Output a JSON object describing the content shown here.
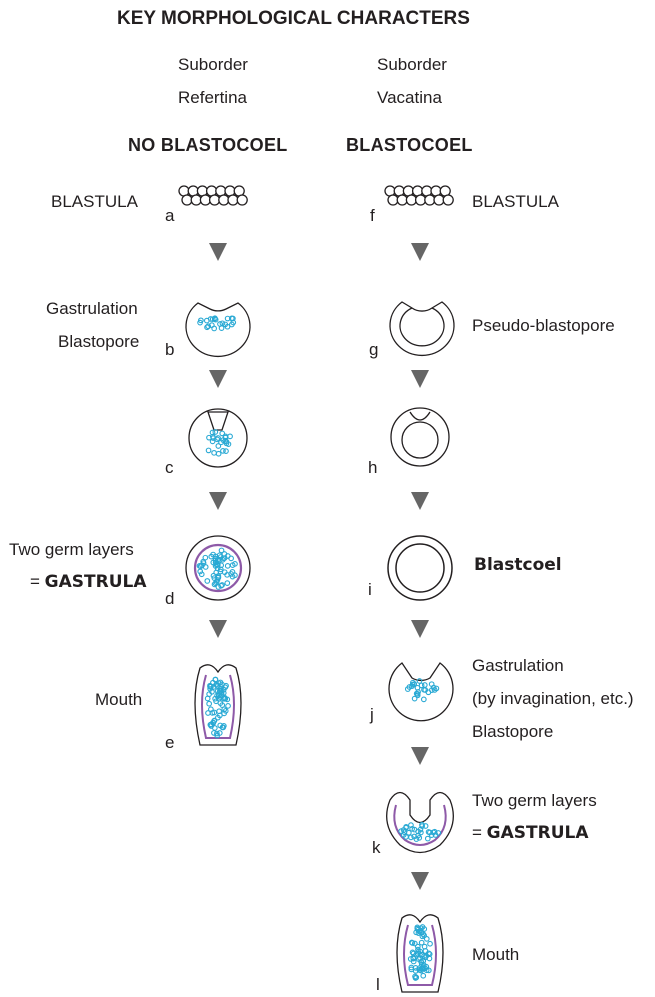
{
  "title": "KEY MORPHOLOGICAL CHARACTERS",
  "colors": {
    "cell_outline": "#231f20",
    "endoderm": "#29a9d4",
    "mesoglea": "#8e5aa8",
    "arrow": "#666666"
  },
  "columns": [
    {
      "suborder_label": "Suborder",
      "suborder_name": "Refertina",
      "header": "NO BLASTOCOEL",
      "stages": [
        {
          "letter": "a",
          "label": "BLASTULA"
        },
        {
          "letter": "b",
          "label": "Gastrulation",
          "label2": "Blastopore"
        },
        {
          "letter": "c"
        },
        {
          "letter": "d",
          "label": "Two germ layers",
          "label_prefix": "= ",
          "label_bold": "GASTRULA"
        },
        {
          "letter": "e",
          "label": "Mouth"
        }
      ]
    },
    {
      "suborder_label": "Suborder",
      "suborder_name": "Vacatina",
      "header": "BLASTOCOEL",
      "stages": [
        {
          "letter": "f",
          "label": "BLASTULA"
        },
        {
          "letter": "g",
          "label": "Pseudo-blastopore"
        },
        {
          "letter": "h"
        },
        {
          "letter": "i",
          "label_bold": "Blastcoel"
        },
        {
          "letter": "j",
          "label": "Gastrulation",
          "label2": "(by invagination, etc.)",
          "label3": "Blastopore"
        },
        {
          "letter": "k",
          "label": "Two germ layers",
          "label_prefix": "= ",
          "label_bold": "GASTRULA"
        },
        {
          "letter": "l",
          "label": "Mouth"
        }
      ]
    }
  ]
}
